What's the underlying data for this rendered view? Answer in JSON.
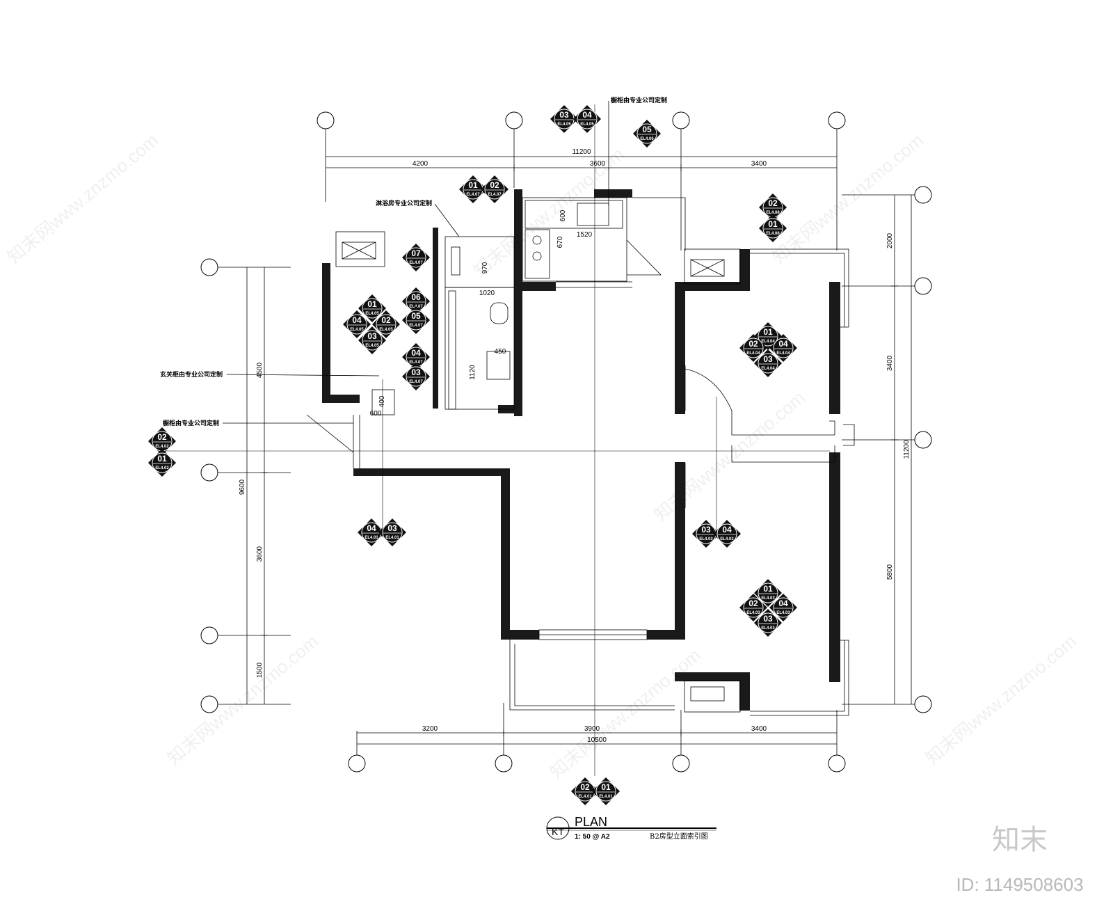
{
  "dims": {
    "top_total": "11200",
    "top_a": "4200",
    "top_b": "3600",
    "top_c": "3400",
    "bottom_a": "3200",
    "bottom_b": "3900",
    "bottom_c": "3400",
    "bottom_total": "10500",
    "left_a": "4500",
    "left_b": "3600",
    "left_c": "1500",
    "left_total": "9600",
    "right_a": "2000",
    "right_b": "3400",
    "right_c": "5800",
    "right_total": "11200",
    "k_w": "1520",
    "k_h1": "600",
    "k_h2": "670",
    "b_w": "1020",
    "b_h": "970",
    "b_450": "450",
    "b_1120": "1120",
    "e_600": "600",
    "e_400": "400"
  },
  "notes": {
    "kitchen_top": "橱柜由专业公司定制",
    "shower": "淋浴房专业公司定制",
    "entry": "玄关柜由专业公司定制",
    "cabinet_left": "橱柜由专业公司定制"
  },
  "tags": [
    {
      "n": "03",
      "s": "EL4.05"
    },
    {
      "n": "04",
      "s": "EL4.05"
    },
    {
      "n": "05",
      "s": "EL4.06"
    },
    {
      "n": "01",
      "s": "EL4.07"
    },
    {
      "n": "02",
      "s": "EL4.07"
    },
    {
      "n": "02",
      "s": "EL4.08"
    },
    {
      "n": "01",
      "s": "EL4.08"
    },
    {
      "n": "07",
      "s": "EL4.07"
    },
    {
      "n": "06",
      "s": "EL4.07"
    },
    {
      "n": "05",
      "s": "EL4.07"
    },
    {
      "n": "04",
      "s": "EL4.07"
    },
    {
      "n": "03",
      "s": "EL4.07"
    },
    {
      "n": "01",
      "s": "EL4.05"
    },
    {
      "n": "04",
      "s": "EL4.05"
    },
    {
      "n": "02",
      "s": "EL4.05"
    },
    {
      "n": "03",
      "s": "EL4.05"
    },
    {
      "n": "01",
      "s": "EL4.04"
    },
    {
      "n": "02",
      "s": "EL4.04"
    },
    {
      "n": "04",
      "s": "EL4.04"
    },
    {
      "n": "03",
      "s": "EL4.04"
    },
    {
      "n": "02",
      "s": "EL4.02"
    },
    {
      "n": "01",
      "s": "EL4.02"
    },
    {
      "n": "04",
      "s": "EL4.01"
    },
    {
      "n": "03",
      "s": "EL4.01"
    },
    {
      "n": "03",
      "s": "EL4.02"
    },
    {
      "n": "04",
      "s": "EL4.02"
    },
    {
      "n": "01",
      "s": "EL4.03"
    },
    {
      "n": "02",
      "s": "EL4.03"
    },
    {
      "n": "04",
      "s": "EL4.03"
    },
    {
      "n": "03",
      "s": "EL4.03"
    },
    {
      "n": "02",
      "s": "EL4.01"
    },
    {
      "n": "01",
      "s": "EL4.01"
    }
  ],
  "title": {
    "badge": "KT",
    "name": "PLAN",
    "scale": "1: 50 @ A2",
    "caption": "B2房型立面索引图"
  },
  "watermark": {
    "text": "知末网www.znzmo.com",
    "brand": "知末",
    "id": "ID: 1149508603"
  }
}
